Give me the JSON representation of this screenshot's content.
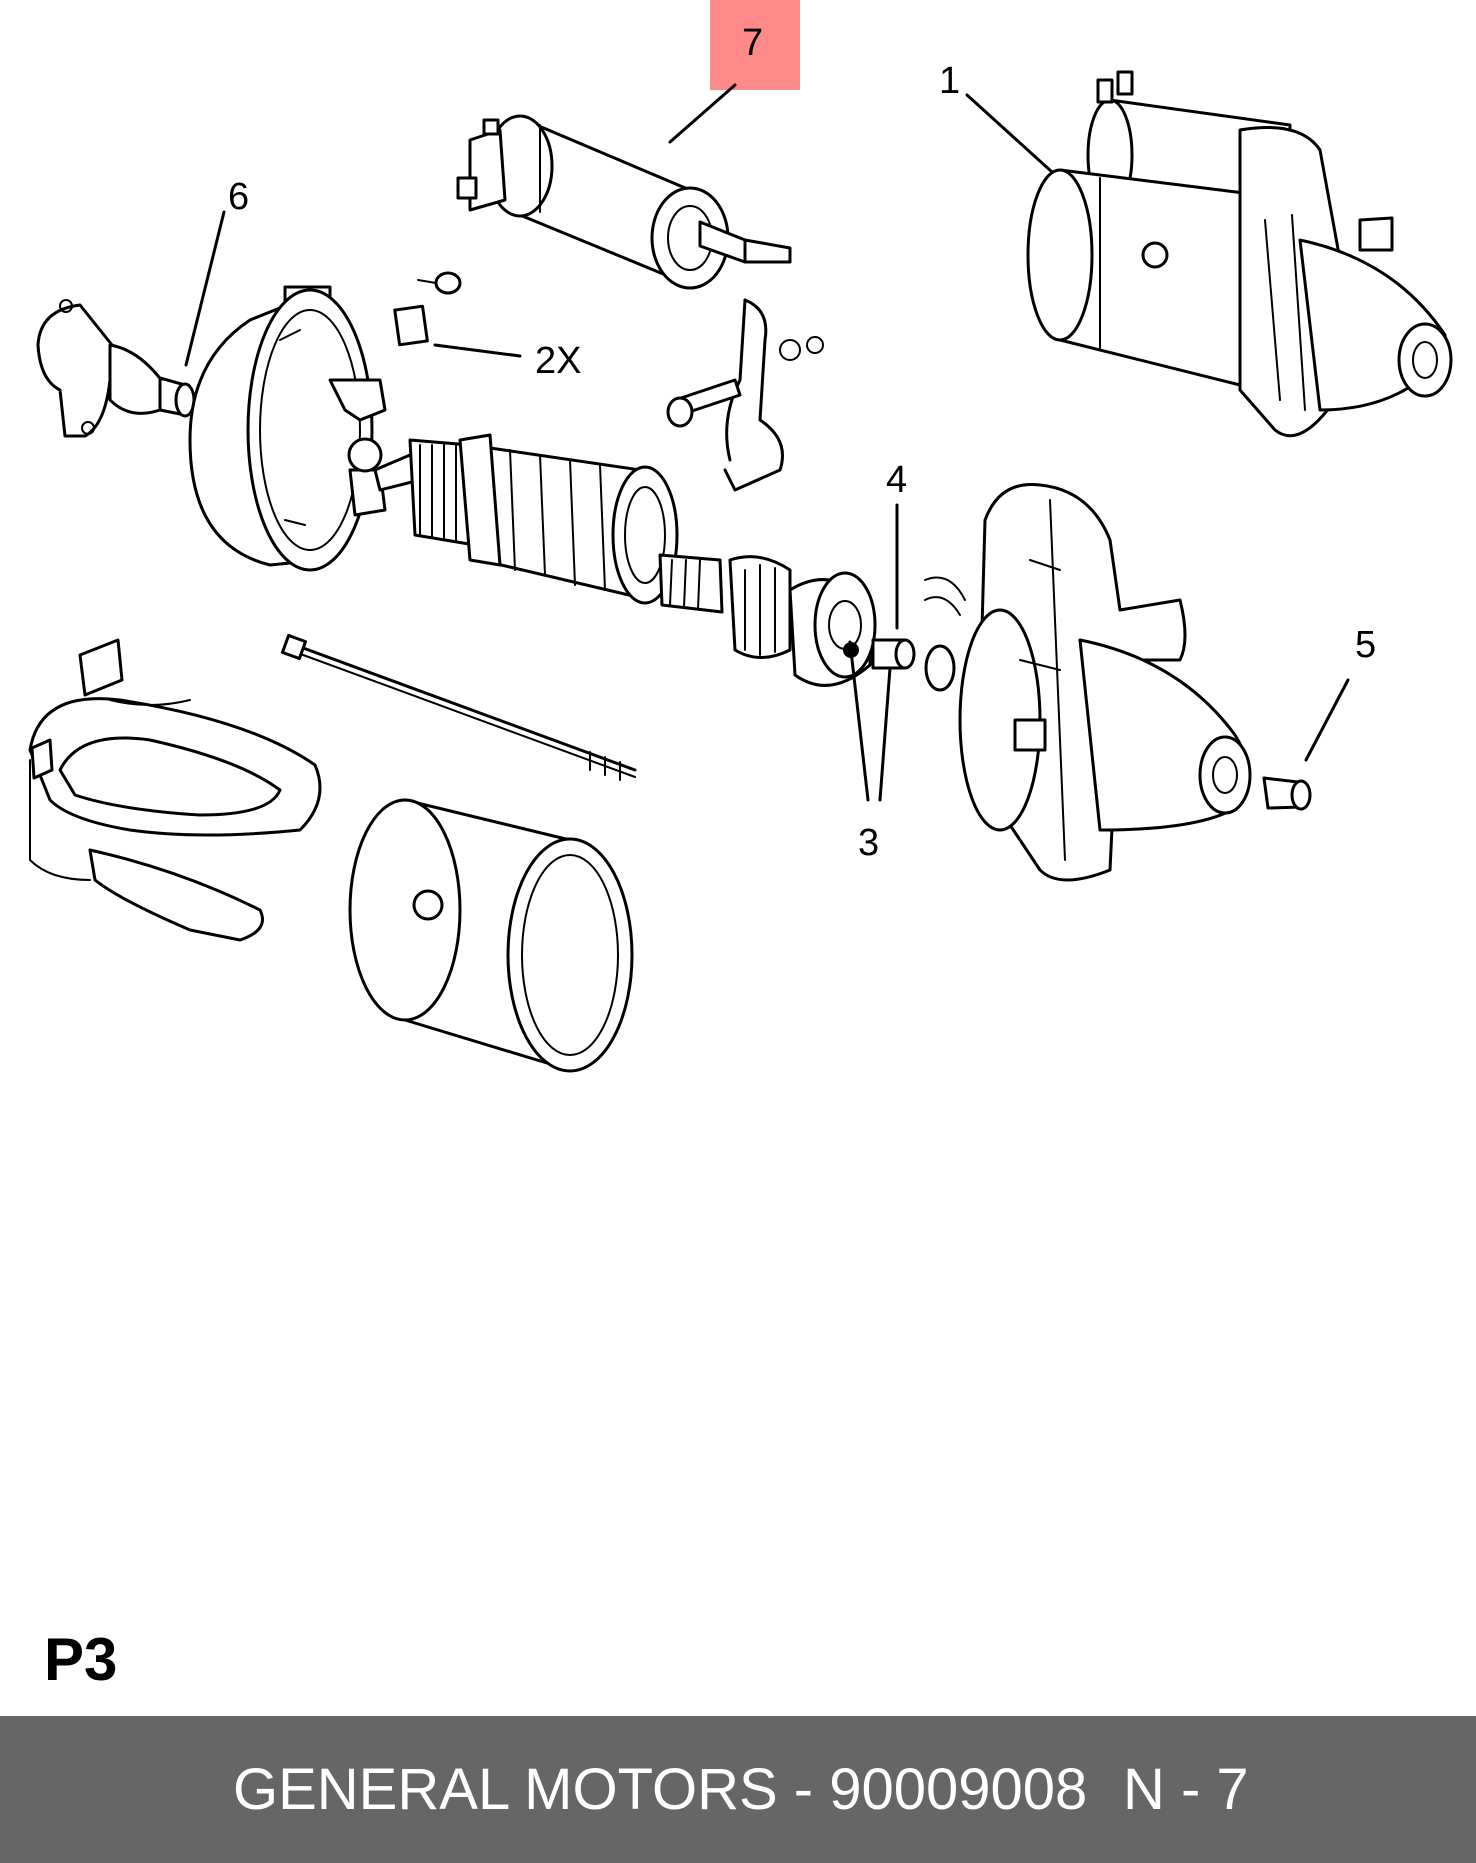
{
  "diagram": {
    "callouts": [
      "1",
      "2X",
      "3",
      "4",
      "5",
      "6",
      "7"
    ],
    "highlight_color": "#ff8a8a",
    "highlighted_callout": "7"
  },
  "page_code": "P3",
  "footer": {
    "part_label": "GENERAL MOTORS - 90009008",
    "page_label": "N - 7",
    "background": "#666666"
  }
}
